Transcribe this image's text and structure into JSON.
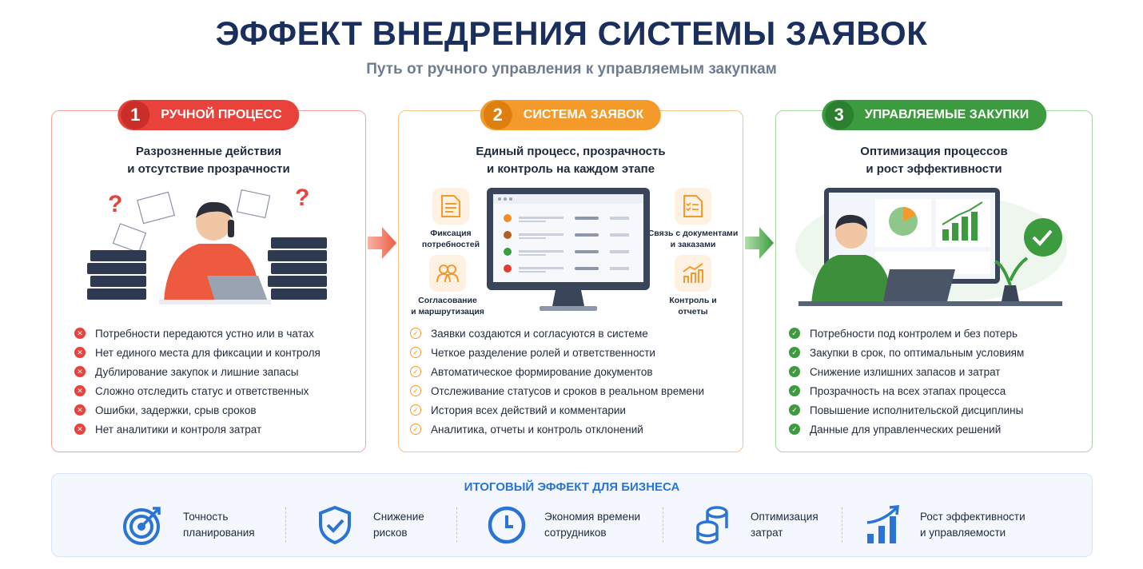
{
  "title": "ЭФФЕКТ ВНЕДРЕНИЯ СИСТЕМЫ ЗАЯВОК",
  "subtitle": "Путь от ручного управления к управляемым закупкам",
  "colors": {
    "red": "#e8423a",
    "orange": "#f39a2b",
    "green": "#3d9b3f",
    "blue": "#2a74d6",
    "navy": "#1b2f5e"
  },
  "stages": [
    {
      "number": "1",
      "label": "РУЧНОЙ ПРОЦЕСС",
      "heading": [
        "Разрозненные действия",
        "и отсутствие прозрачности"
      ],
      "items": [
        "Потребности передаются устно или в чатах",
        "Нет единого места для фиксации и контроля",
        "Дублирование закупок и лишние запасы",
        "Сложно отследить статус и ответственных",
        "Ошибки, задержки, срыв сроков",
        "Нет аналитики и контроля затрат"
      ]
    },
    {
      "number": "2",
      "label": "СИСТЕМА ЗАЯВОК",
      "heading": [
        "Единый процесс, прозрачность",
        "и контроль на каждом этапе"
      ],
      "features": [
        [
          "Фиксация",
          "потребностей"
        ],
        [
          "Согласование",
          "и маршрутизация"
        ],
        [
          "Связь с документами",
          "и заказами"
        ],
        [
          "Контроль и",
          "отчеты"
        ]
      ],
      "items": [
        "Заявки создаются и согласуются в системе",
        "Четкое разделение ролей и ответственности",
        "Автоматическое формирование документов",
        "Отслеживание статусов и сроков в реальном времени",
        "История всех действий и комментарии",
        "Аналитика, отчеты и контроль отклонений"
      ]
    },
    {
      "number": "3",
      "label": "УПРАВЛЯЕМЫЕ ЗАКУПКИ",
      "heading": [
        "Оптимизация процессов",
        "и рост эффективности"
      ],
      "items": [
        "Потребности под контролем и без потерь",
        "Закупки в срок, по оптимальным условиям",
        "Снижение излишних запасов и затрат",
        "Прозрачность на всех этапах процесса",
        "Повышение исполнительской дисциплины",
        "Данные для управленческих решений"
      ]
    }
  ],
  "bottom": {
    "title": "ИТОГОВЫЙ ЭФФЕКТ ДЛЯ БИЗНЕСА",
    "items": [
      {
        "icon": "target-icon",
        "lines": [
          "Точность",
          "планирования"
        ]
      },
      {
        "icon": "shield-icon",
        "lines": [
          "Снижение",
          "рисков"
        ]
      },
      {
        "icon": "clock-icon",
        "lines": [
          "Экономия времени",
          "сотрудников"
        ]
      },
      {
        "icon": "coins-icon",
        "lines": [
          "Оптимизация",
          "затрат"
        ]
      },
      {
        "icon": "growth-chart-icon",
        "lines": [
          "Рост эффективности",
          "и управляемости"
        ]
      }
    ]
  }
}
